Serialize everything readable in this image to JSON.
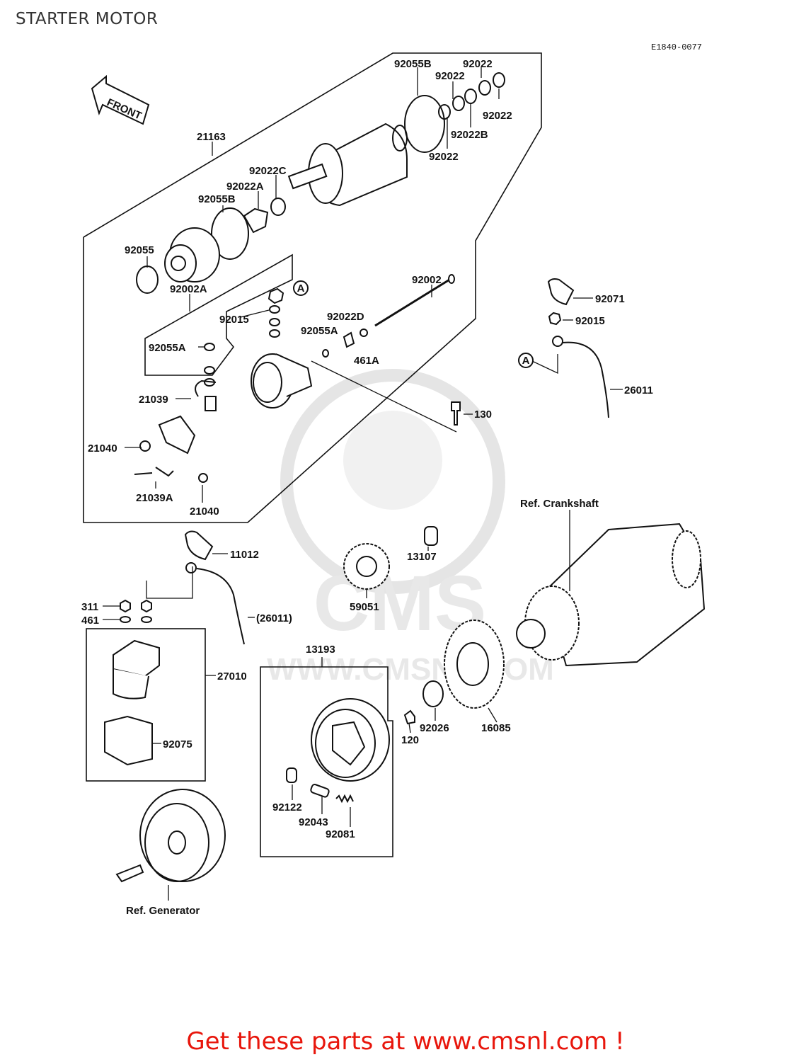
{
  "page": {
    "title": "STARTER MOTOR",
    "diagram_code": "E1840-0077",
    "footer_link": "Get these parts at www.cmsnl.com !"
  },
  "watermark": {
    "text": "CMS",
    "url_text": "WWW.CMSNL.COM",
    "color": "#d9d9d9"
  },
  "front_arrow": {
    "label": "FRONT"
  },
  "circle_marker": "A",
  "references": {
    "crankshaft": "Ref. Crankshaft",
    "generator": "Ref. Generator"
  },
  "labels": {
    "p92055B_top": "92055B",
    "p92022_a": "92022",
    "p92022_b": "92022",
    "p92022_c": "92022",
    "p92022B": "92022B",
    "p92022_d": "92022",
    "p21163": "21163",
    "p92022C": "92022C",
    "p92022A": "92022A",
    "p92055B_left": "92055B",
    "p92055": "92055",
    "p92002A": "92002A",
    "p92002": "92002",
    "p92015_left": "92015",
    "p92022D": "92022D",
    "p92055A_right": "92055A",
    "p461A": "461A",
    "p92055A_left": "92055A",
    "p21039": "21039",
    "p21040_left": "21040",
    "p21039A": "21039A",
    "p21040_bottom": "21040",
    "p130": "130",
    "p92071": "92071",
    "p92015_right": "92015",
    "p26011": "26011",
    "p11012": "11012",
    "p26011_ref": "(26011)",
    "p311": "311",
    "p461": "461",
    "p27010": "27010",
    "p92075": "92075",
    "p13107": "13107",
    "p59051": "59051",
    "p13193": "13193",
    "p120": "120",
    "p92026": "92026",
    "p16085": "16085",
    "p92122": "92122",
    "p92043": "92043",
    "p92081": "92081"
  }
}
